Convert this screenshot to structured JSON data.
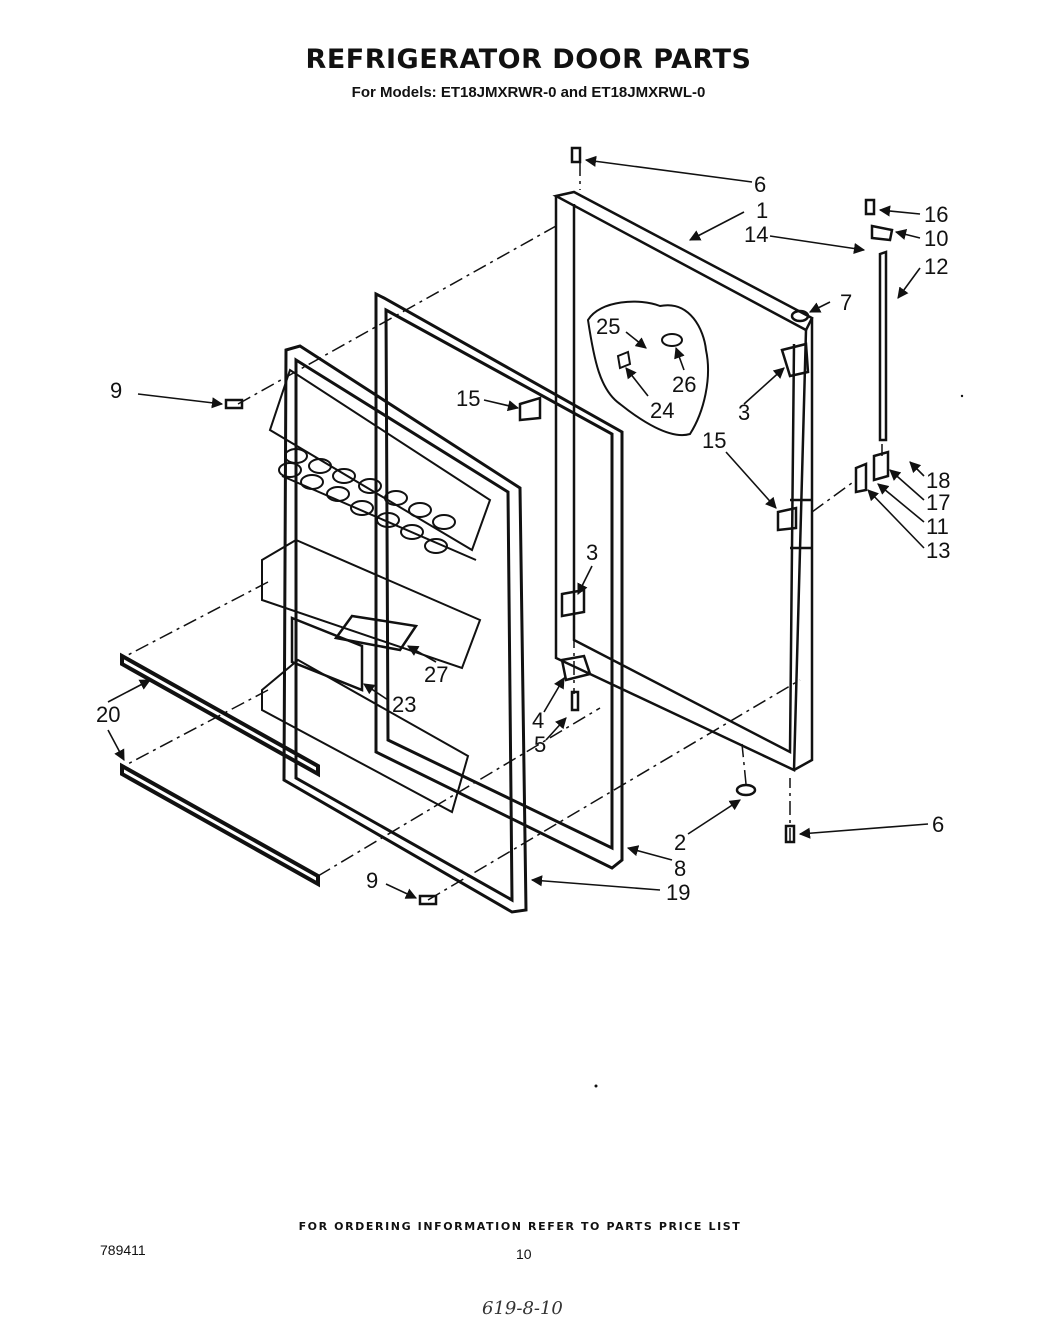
{
  "header": {
    "title": "REFRIGERATOR DOOR PARTS",
    "subtitle": "For Models: ET18JMXRWR-0 and ET18JMXRWL-0"
  },
  "callouts": [
    "6",
    "1",
    "16",
    "14",
    "10",
    "12",
    "7",
    "25",
    "26",
    "9",
    "15",
    "24",
    "3",
    "15",
    "18",
    "17",
    "11",
    "13",
    "3",
    "27",
    "20",
    "23",
    "4",
    "5",
    "2",
    "6",
    "8",
    "9",
    "19"
  ],
  "footer": {
    "ordering_note": "FOR ORDERING INFORMATION REFER TO PARTS PRICE LIST",
    "part_number": "789411",
    "page_number": "10",
    "handwritten_note": "619-8-10"
  }
}
